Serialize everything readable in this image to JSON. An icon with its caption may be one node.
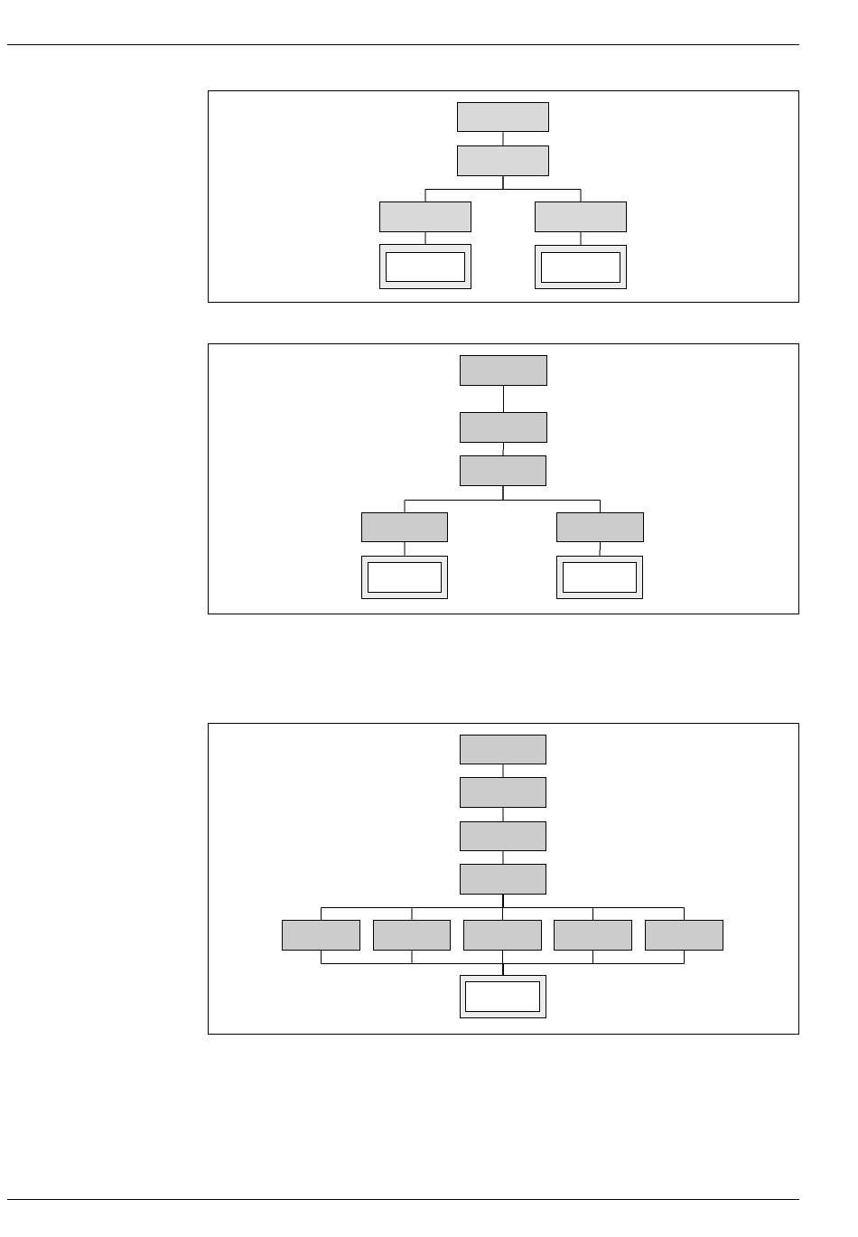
{
  "diagram": {
    "nodes": [
      {
        "text": [],
        "shape": "box"
      },
      {
        "text": [],
        "shape": "box",
        "in": 0
      },
      {
        "text": [],
        "shape": "box",
        "in": 0
      },
      {
        "text": [],
        "shape": "box",
        "in": 0
      },
      {
        "text": [],
        "shape": "box",
        "in": 0
      },
      {
        "text": [],
        "shape": "box",
        "in": 0
      },
      {
        "text": [],
        "shape": "box",
        "in": 5
      },
      {
        "text": [],
        "shape": "box",
        "in": 0
      },
      {
        "text": [],
        "shape": "box",
        "in": 7
      },
      {
        "text": [],
        "shape": "box"
      },
      {
        "text": [],
        "shape": "box",
        "in": 9
      },
      {
        "text": [],
        "shape": "box",
        "in": 9
      },
      {
        "text": [],
        "shape": "box",
        "in": 9
      },
      {
        "text": [],
        "shape": "box",
        "in": 9
      },
      {
        "text": [],
        "shape": "box",
        "in": 9
      },
      {
        "text": [],
        "shape": "box",
        "in": 9
      },
      {
        "text": [],
        "shape": "box",
        "in": 15
      },
      {
        "text": [],
        "shape": "box",
        "in": 9
      },
      {
        "text": [],
        "shape": "box",
        "in": 17
      },
      {
        "text": [],
        "shape": "box"
      },
      {
        "text": [],
        "shape": "box",
        "in": 19
      },
      {
        "text": [],
        "shape": "box",
        "in": 19
      },
      {
        "text": [],
        "shape": "box",
        "in": 19
      },
      {
        "text": [],
        "shape": "box",
        "in": 19
      },
      {
        "text": [],
        "shape": "box",
        "in": 19
      },
      {
        "text": [],
        "shape": "box",
        "in": 19
      },
      {
        "text": [],
        "shape": "box",
        "in": 19
      },
      {
        "text": [],
        "shape": "box",
        "in": 19
      },
      {
        "text": [],
        "shape": "box",
        "in": 19
      },
      {
        "text": [],
        "shape": "box",
        "in": 19
      },
      {
        "text": [],
        "shape": "box",
        "in": 29
      }
    ],
    "edges": [
      {
        "from": 1,
        "to": 2,
        "arrow": "none"
      },
      {
        "from": 2,
        "to": 3,
        "arrow": "none"
      },
      {
        "from": 2,
        "to": 4,
        "arrow": "none"
      },
      {
        "from": 3,
        "to": 5,
        "arrow": "none"
      },
      {
        "from": 4,
        "to": 7,
        "arrow": "none"
      },
      {
        "from": 10,
        "to": 11,
        "arrow": "none"
      },
      {
        "from": 11,
        "to": 12,
        "arrow": "none"
      },
      {
        "from": 12,
        "to": 13,
        "arrow": "none"
      },
      {
        "from": 12,
        "to": 14,
        "arrow": "none"
      },
      {
        "from": 13,
        "to": 15,
        "arrow": "none"
      },
      {
        "from": 14,
        "to": 17,
        "arrow": "none"
      },
      {
        "from": 20,
        "to": 21,
        "arrow": "none"
      },
      {
        "from": 21,
        "to": 22,
        "arrow": "none"
      },
      {
        "from": 22,
        "to": 23,
        "arrow": "none"
      },
      {
        "from": 23,
        "to": 24,
        "arrow": "none"
      },
      {
        "from": 23,
        "to": 25,
        "arrow": "none"
      },
      {
        "from": 23,
        "to": 26,
        "arrow": "none"
      },
      {
        "from": 23,
        "to": 27,
        "arrow": "none"
      },
      {
        "from": 23,
        "to": 28,
        "arrow": "none"
      },
      {
        "from": 24,
        "to": 29,
        "arrow": "none"
      },
      {
        "from": 25,
        "to": 29,
        "arrow": "none"
      },
      {
        "from": 26,
        "to": 29,
        "arrow": "none"
      },
      {
        "from": 27,
        "to": 29,
        "arrow": "none"
      },
      {
        "from": 28,
        "to": 29,
        "arrow": "none"
      }
    ]
  }
}
